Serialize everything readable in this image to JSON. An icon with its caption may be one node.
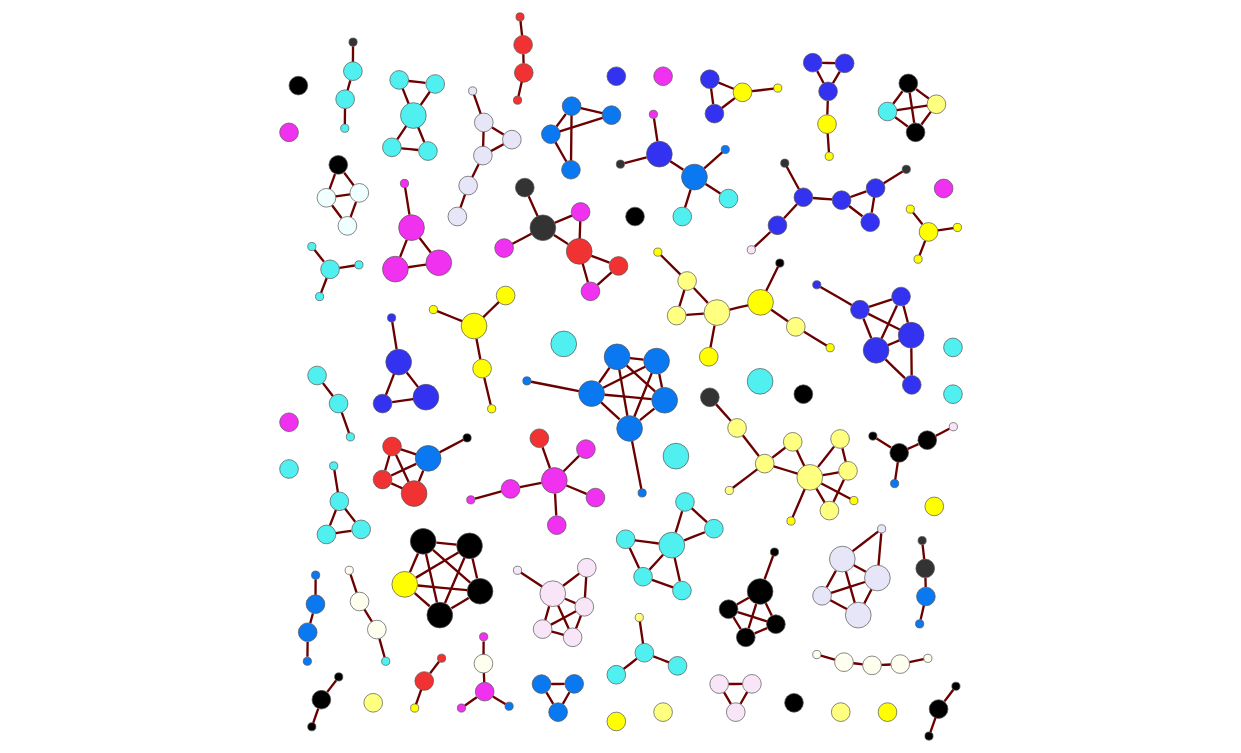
{
  "diagram": {
    "nodes": [
      {
        "text": [],
        "shape": "circle"
      },
      {
        "text": [],
        "shape": "circle"
      },
      {
        "text": [],
        "shape": "circle"
      },
      {
        "text": [],
        "shape": "circle"
      },
      {
        "text": [],
        "shape": "circle"
      },
      {
        "text": [],
        "shape": "circle"
      },
      {
        "text": [],
        "shape": "circle"
      },
      {
        "text": [],
        "shape": "circle"
      },
      {
        "text": [],
        "shape": "circle"
      },
      {
        "text": [],
        "shape": "circle"
      },
      {
        "text": [],
        "shape": "circle"
      },
      {
        "text": [],
        "shape": "circle"
      },
      {
        "text": [],
        "shape": "circle"
      },
      {
        "text": [],
        "shape": "circle"
      },
      {
        "text": [],
        "shape": "circle"
      },
      {
        "text": [],
        "shape": "circle"
      },
      {
        "text": [],
        "shape": "circle"
      },
      {
        "text": [],
        "shape": "circle"
      },
      {
        "text": [],
        "shape": "circle"
      },
      {
        "text": [],
        "shape": "circle"
      },
      {
        "text": [],
        "shape": "circle"
      },
      {
        "text": [],
        "shape": "circle"
      },
      {
        "text": [],
        "shape": "circle"
      },
      {
        "text": [],
        "shape": "circle"
      },
      {
        "text": [],
        "shape": "circle"
      },
      {
        "text": [],
        "shape": "circle"
      },
      {
        "text": [],
        "shape": "circle"
      },
      {
        "text": [],
        "shape": "circle"
      },
      {
        "text": [],
        "shape": "circle"
      },
      {
        "text": [],
        "shape": "circle"
      },
      {
        "text": [],
        "shape": "circle"
      },
      {
        "text": [],
        "shape": "circle"
      },
      {
        "text": [],
        "shape": "circle"
      },
      {
        "text": [],
        "shape": "circle"
      },
      {
        "text": [],
        "shape": "circle"
      },
      {
        "text": [],
        "shape": "circle"
      },
      {
        "text": [],
        "shape": "circle"
      },
      {
        "text": [],
        "shape": "circle"
      },
      {
        "text": [],
        "shape": "circle"
      },
      {
        "text": [],
        "shape": "circle"
      },
      {
        "text": [],
        "shape": "circle"
      },
      {
        "text": [],
        "shape": "circle"
      },
      {
        "text": [],
        "shape": "circle"
      },
      {
        "text": [],
        "shape": "circle"
      },
      {
        "text": [],
        "shape": "circle"
      },
      {
        "text": [],
        "shape": "circle"
      },
      {
        "text": [],
        "shape": "circle"
      },
      {
        "text": [],
        "shape": "circle"
      },
      {
        "text": [],
        "shape": "circle"
      },
      {
        "text": [],
        "shape": "circle"
      },
      {
        "text": [],
        "shape": "circle"
      },
      {
        "text": [],
        "shape": "circle"
      },
      {
        "text": [],
        "shape": "circle"
      },
      {
        "text": [],
        "shape": "circle"
      },
      {
        "text": [],
        "shape": "circle"
      },
      {
        "text": [],
        "shape": "circle"
      },
      {
        "text": [],
        "shape": "circle"
      },
      {
        "text": [],
        "shape": "circle"
      },
      {
        "text": [],
        "shape": "circle"
      },
      {
        "text": [],
        "shape": "circle"
      },
      {
        "text": [],
        "shape": "circle"
      },
      {
        "text": [],
        "shape": "circle"
      },
      {
        "text": [],
        "shape": "circle"
      },
      {
        "text": [],
        "shape": "circle"
      },
      {
        "text": [],
        "shape": "circle"
      },
      {
        "text": [],
        "shape": "circle"
      },
      {
        "text": [],
        "shape": "circle"
      },
      {
        "text": [],
        "shape": "circle"
      },
      {
        "text": [],
        "shape": "circle"
      },
      {
        "text": [],
        "shape": "circle"
      },
      {
        "text": [],
        "shape": "circle"
      },
      {
        "text": [],
        "shape": "circle"
      },
      {
        "text": [],
        "shape": "circle"
      },
      {
        "text": [],
        "shape": "circle"
      },
      {
        "text": [],
        "shape": "circle"
      },
      {
        "text": [],
        "shape": "circle"
      },
      {
        "text": [],
        "shape": "circle"
      },
      {
        "text": [],
        "shape": "circle"
      },
      {
        "text": [],
        "shape": "circle"
      },
      {
        "text": [],
        "shape": "circle"
      },
      {
        "text": [],
        "shape": "circle"
      },
      {
        "text": [],
        "shape": "circle"
      },
      {
        "text": [],
        "shape": "circle"
      },
      {
        "text": [],
        "shape": "circle"
      },
      {
        "text": [],
        "shape": "circle"
      },
      {
        "text": [],
        "shape": "circle"
      },
      {
        "text": [],
        "shape": "circle"
      },
      {
        "text": [],
        "shape": "circle"
      },
      {
        "text": [],
        "shape": "circle"
      },
      {
        "text": [],
        "shape": "circle"
      },
      {
        "text": [],
        "shape": "circle"
      },
      {
        "text": [],
        "shape": "circle"
      },
      {
        "text": [],
        "shape": "circle"
      },
      {
        "text": [],
        "shape": "circle"
      },
      {
        "text": [],
        "shape": "circle"
      },
      {
        "text": [],
        "shape": "circle"
      },
      {
        "text": [],
        "shape": "circle"
      },
      {
        "text": [],
        "shape": "circle"
      },
      {
        "text": [],
        "shape": "circle"
      },
      {
        "text": [],
        "shape": "circle"
      },
      {
        "text": [],
        "shape": "circle"
      },
      {
        "text": [],
        "shape": "circle"
      },
      {
        "text": [],
        "shape": "circle"
      },
      {
        "text": [],
        "shape": "circle"
      },
      {
        "text": [],
        "shape": "circle"
      },
      {
        "text": [],
        "shape": "circle"
      },
      {
        "text": [],
        "shape": "circle"
      },
      {
        "text": [],
        "shape": "circle"
      },
      {
        "text": [],
        "shape": "circle"
      },
      {
        "text": [],
        "shape": "circle"
      },
      {
        "text": [],
        "shape": "circle"
      },
      {
        "text": [],
        "shape": "circle"
      },
      {
        "text": [],
        "shape": "circle"
      },
      {
        "text": [],
        "shape": "circle"
      },
      {
        "text": [],
        "shape": "circle"
      },
      {
        "text": [],
        "shape": "circle"
      },
      {
        "text": [],
        "shape": "circle"
      },
      {
        "text": [],
        "shape": "circle"
      },
      {
        "text": [],
        "shape": "circle"
      },
      {
        "text": [],
        "shape": "circle"
      },
      {
        "text": [],
        "shape": "circle"
      },
      {
        "text": [],
        "shape": "circle"
      },
      {
        "text": [],
        "shape": "circle"
      },
      {
        "text": [],
        "shape": "circle"
      },
      {
        "text": [],
        "shape": "circle"
      },
      {
        "text": [],
        "shape": "circle"
      },
      {
        "text": [],
        "shape": "circle"
      },
      {
        "text": [],
        "shape": "circle"
      },
      {
        "text": [],
        "shape": "circle"
      },
      {
        "text": [],
        "shape": "circle"
      },
      {
        "text": [],
        "shape": "circle"
      },
      {
        "text": [],
        "shape": "circle"
      },
      {
        "text": [],
        "shape": "circle"
      },
      {
        "text": [],
        "shape": "circle"
      },
      {
        "text": [],
        "shape": "circle"
      },
      {
        "text": [],
        "shape": "circle"
      },
      {
        "text": [],
        "shape": "circle"
      },
      {
        "text": [],
        "shape": "circle"
      },
      {
        "text": [],
        "shape": "circle"
      },
      {
        "text": [],
        "shape": "circle"
      },
      {
        "text": [],
        "shape": "circle"
      },
      {
        "text": [],
        "shape": "circle"
      },
      {
        "text": [],
        "shape": "circle"
      },
      {
        "text": [],
        "shape": "circle"
      },
      {
        "text": [],
        "shape": "circle"
      },
      {
        "text": [],
        "shape": "circle"
      },
      {
        "text": [],
        "shape": "circle"
      },
      {
        "text": [],
        "shape": "circle"
      },
      {
        "text": [],
        "shape": "circle"
      },
      {
        "text": [],
        "shape": "circle"
      },
      {
        "text": [],
        "shape": "circle"
      },
      {
        "text": [],
        "shape": "circle"
      },
      {
        "text": [],
        "shape": "circle"
      },
      {
        "text": [],
        "shape": "circle"
      },
      {
        "text": [],
        "shape": "circle"
      },
      {
        "text": [],
        "shape": "circle"
      },
      {
        "text": [],
        "shape": "circle"
      },
      {
        "text": [],
        "shape": "circle"
      },
      {
        "text": [],
        "shape": "circle"
      },
      {
        "text": [],
        "shape": "circle"
      },
      {
        "text": [],
        "shape": "circle"
      },
      {
        "text": [],
        "shape": "circle"
      },
      {
        "text": [],
        "shape": "circle"
      },
      {
        "text": [],
        "shape": "circle"
      },
      {
        "text": [],
        "shape": "circle"
      },
      {
        "text": [],
        "shape": "circle"
      },
      {
        "text": [],
        "shape": "circle"
      },
      {
        "text": [],
        "shape": "circle"
      },
      {
        "text": [],
        "shape": "circle"
      },
      {
        "text": [],
        "shape": "circle"
      },
      {
        "text": [],
        "shape": "circle"
      },
      {
        "text": [],
        "shape": "circle"
      },
      {
        "text": [],
        "shape": "circle"
      },
      {
        "text": [],
        "shape": "circle"
      },
      {
        "text": [],
        "shape": "circle"
      },
      {
        "text": [],
        "shape": "circle"
      },
      {
        "text": [],
        "shape": "circle"
      },
      {
        "text": [],
        "shape": "circle"
      },
      {
        "text": [],
        "shape": "circle"
      },
      {
        "text": [],
        "shape": "circle"
      },
      {
        "text": [],
        "shape": "circle"
      },
      {
        "text": [],
        "shape": "circle"
      },
      {
        "text": [],
        "shape": "circle"
      },
      {
        "text": [],
        "shape": "circle"
      },
      {
        "text": [],
        "shape": "circle"
      },
      {
        "text": [],
        "shape": "circle"
      },
      {
        "text": [],
        "shape": "circle"
      },
      {
        "text": [],
        "shape": "circle"
      },
      {
        "text": [],
        "shape": "circle"
      },
      {
        "text": [],
        "shape": "circle"
      },
      {
        "text": [],
        "shape": "circle"
      },
      {
        "text": [],
        "shape": "circle"
      },
      {
        "text": [],
        "shape": "circle"
      },
      {
        "text": [],
        "shape": "circle"
      },
      {
        "text": [],
        "shape": "circle"
      },
      {
        "text": [],
        "shape": "circle"
      },
      {
        "text": [],
        "shape": "circle"
      },
      {
        "text": [],
        "shape": "circle"
      },
      {
        "text": [],
        "shape": "circle"
      },
      {
        "text": [],
        "shape": "circle"
      },
      {
        "text": [],
        "shape": "circle"
      },
      {
        "text": [],
        "shape": "circle"
      },
      {
        "text": [],
        "shape": "circle"
      },
      {
        "text": [],
        "shape": "circle"
      },
      {
        "text": [],
        "shape": "circle"
      },
      {
        "text": [],
        "shape": "circle"
      },
      {
        "text": [],
        "shape": "circle"
      },
      {
        "text": [],
        "shape": "circle"
      },
      {
        "text": [],
        "shape": "circle"
      },
      {
        "text": [],
        "shape": "circle"
      },
      {
        "text": [],
        "shape": "circle"
      },
      {
        "text": [],
        "shape": "circle"
      },
      {
        "text": [],
        "shape": "circle"
      },
      {
        "text": [],
        "shape": "circle"
      },
      {
        "text": [],
        "shape": "circle"
      },
      {
        "text": [],
        "shape": "circle"
      },
      {
        "text": [],
        "shape": "circle"
      },
      {
        "text": [],
        "shape": "circle"
      },
      {
        "text": [],
        "shape": "circle"
      },
      {
        "text": [],
        "shape": "circle"
      },
      {
        "text": [],
        "shape": "circle"
      },
      {
        "text": [],
        "shape": "circle"
      },
      {
        "text": [],
        "shape": "circle"
      },
      {
        "text": [],
        "shape": "circle"
      },
      {
        "text": [],
        "shape": "circle"
      },
      {
        "text": [],
        "shape": "circle"
      },
      {
        "text": [],
        "shape": "circle"
      },
      {
        "text": [],
        "shape": "circle"
      },
      {
        "text": [],
        "shape": "circle"
      }
    ],
    "edges": [
      {
        "from": 0,
        "to": 1,
        "arrow": "none"
      },
      {
        "from": 1,
        "to": 2,
        "arrow": "none"
      },
      {
        "from": 2,
        "to": 3,
        "arrow": "none"
      },
      {
        "from": 4,
        "to": 6,
        "arrow": "none"
      },
      {
        "from": 5,
        "to": 6,
        "arrow": "none"
      },
      {
        "from": 4,
        "to": 5,
        "arrow": "none"
      },
      {
        "from": 7,
        "to": 11,
        "arrow": "none"
      },
      {
        "from": 7,
        "to": 8,
        "arrow": "none"
      },
      {
        "from": 8,
        "to": 9,
        "arrow": "none"
      },
      {
        "from": 9,
        "to": 10,
        "arrow": "none"
      },
      {
        "from": 8,
        "to": 10,
        "arrow": "none"
      },
      {
        "from": 10,
        "to": 12,
        "arrow": "none"
      },
      {
        "from": 13,
        "to": 14,
        "arrow": "none"
      },
      {
        "from": 13,
        "to": 15,
        "arrow": "none"
      },
      {
        "from": 14,
        "to": 15,
        "arrow": "none"
      },
      {
        "from": 15,
        "to": 16,
        "arrow": "none"
      },
      {
        "from": 16,
        "to": 17,
        "arrow": "none"
      },
      {
        "from": 15,
        "to": 17,
        "arrow": "none"
      },
      {
        "from": 30,
        "to": 31,
        "arrow": "none"
      },
      {
        "from": 30,
        "to": 32,
        "arrow": "none"
      },
      {
        "from": 33,
        "to": 34,
        "arrow": "none"
      },
      {
        "from": 33,
        "to": 35,
        "arrow": "none"
      },
      {
        "from": 33,
        "to": 36,
        "arrow": "none"
      },
      {
        "from": 37,
        "to": 38,
        "arrow": "none"
      },
      {
        "from": 37,
        "to": 39,
        "arrow": "none"
      },
      {
        "from": 37,
        "to": 40,
        "arrow": "none"
      },
      {
        "from": 39,
        "to": 41,
        "arrow": "none"
      },
      {
        "from": 42,
        "to": 43,
        "arrow": "none"
      },
      {
        "from": 42,
        "to": 44,
        "arrow": "none"
      },
      {
        "from": 42,
        "to": 45,
        "arrow": "none"
      },
      {
        "from": 43,
        "to": 44,
        "arrow": "none"
      },
      {
        "from": 43,
        "to": 45,
        "arrow": "none"
      },
      {
        "from": 44,
        "to": 45,
        "arrow": "none"
      },
      {
        "from": 46,
        "to": 47,
        "arrow": "none"
      },
      {
        "from": 46,
        "to": 48,
        "arrow": "none"
      },
      {
        "from": 46,
        "to": 49,
        "arrow": "none"
      },
      {
        "from": 47,
        "to": 49,
        "arrow": "none"
      },
      {
        "from": 47,
        "to": 48,
        "arrow": "none"
      },
      {
        "from": 49,
        "to": 48,
        "arrow": "none"
      },
      {
        "from": 49,
        "to": 50,
        "arrow": "none"
      },
      {
        "from": 48,
        "to": 50,
        "arrow": "none"
      },
      {
        "from": 51,
        "to": 52,
        "arrow": "none"
      },
      {
        "from": 51,
        "to": 53,
        "arrow": "none"
      },
      {
        "from": 52,
        "to": 53,
        "arrow": "none"
      },
      {
        "from": 53,
        "to": 54,
        "arrow": "none"
      },
      {
        "from": 53,
        "to": 55,
        "arrow": "none"
      },
      {
        "from": 54,
        "to": 55,
        "arrow": "none"
      },
      {
        "from": 55,
        "to": 56,
        "arrow": "none"
      },
      {
        "from": 55,
        "to": 57,
        "arrow": "none"
      },
      {
        "from": 58,
        "to": 59,
        "arrow": "none"
      },
      {
        "from": 58,
        "to": 60,
        "arrow": "none"
      },
      {
        "from": 58,
        "to": 61,
        "arrow": "none"
      },
      {
        "from": 61,
        "to": 60,
        "arrow": "none"
      },
      {
        "from": 65,
        "to": 67,
        "arrow": "none"
      },
      {
        "from": 66,
        "to": 67,
        "arrow": "none"
      },
      {
        "from": 67,
        "to": 68,
        "arrow": "none"
      },
      {
        "from": 69,
        "to": 70,
        "arrow": "none"
      },
      {
        "from": 70,
        "to": 71,
        "arrow": "none"
      },
      {
        "from": 69,
        "to": 72,
        "arrow": "none"
      },
      {
        "from": 73,
        "to": 75,
        "arrow": "none"
      },
      {
        "from": 74,
        "to": 75,
        "arrow": "none"
      },
      {
        "from": 73,
        "to": 76,
        "arrow": "none"
      },
      {
        "from": 74,
        "to": 77,
        "arrow": "none"
      },
      {
        "from": 79,
        "to": 78,
        "arrow": "none"
      },
      {
        "from": 79,
        "to": 80,
        "arrow": "none"
      },
      {
        "from": 79,
        "to": 81,
        "arrow": "none"
      },
      {
        "from": 80,
        "to": 78,
        "arrow": "none"
      },
      {
        "from": 81,
        "to": 78,
        "arrow": "none"
      },
      {
        "from": 79,
        "to": 82,
        "arrow": "none"
      },
      {
        "from": 80,
        "to": 81,
        "arrow": "none"
      },
      {
        "from": 83,
        "to": 84,
        "arrow": "none"
      },
      {
        "from": 84,
        "to": 85,
        "arrow": "none"
      },
      {
        "from": 83,
        "to": 85,
        "arrow": "none"
      },
      {
        "from": 85,
        "to": 86,
        "arrow": "none"
      },
      {
        "from": 87,
        "to": 88,
        "arrow": "none"
      },
      {
        "from": 87,
        "to": 89,
        "arrow": "none"
      },
      {
        "from": 87,
        "to": 90,
        "arrow": "none"
      },
      {
        "from": 88,
        "to": 89,
        "arrow": "none"
      },
      {
        "from": 88,
        "to": 91,
        "arrow": "none"
      },
      {
        "from": 88,
        "to": 93,
        "arrow": "none"
      },
      {
        "from": 91,
        "to": 92,
        "arrow": "none"
      },
      {
        "from": 91,
        "to": 94,
        "arrow": "none"
      },
      {
        "from": 94,
        "to": 95,
        "arrow": "none"
      },
      {
        "from": 96,
        "to": 97,
        "arrow": "none"
      },
      {
        "from": 96,
        "to": 98,
        "arrow": "none"
      },
      {
        "from": 96,
        "to": 99,
        "arrow": "none"
      },
      {
        "from": 97,
        "to": 99,
        "arrow": "none"
      },
      {
        "from": 98,
        "to": 97,
        "arrow": "none"
      },
      {
        "from": 100,
        "to": 101,
        "arrow": "none"
      },
      {
        "from": 100,
        "to": 102,
        "arrow": "none"
      },
      {
        "from": 100,
        "to": 103,
        "arrow": "none"
      },
      {
        "from": 100,
        "to": 104,
        "arrow": "none"
      },
      {
        "from": 100,
        "to": 105,
        "arrow": "none"
      },
      {
        "from": 101,
        "to": 105,
        "arrow": "none"
      },
      {
        "from": 102,
        "to": 103,
        "arrow": "none"
      },
      {
        "from": 102,
        "to": 104,
        "arrow": "none"
      },
      {
        "from": 106,
        "to": 108,
        "arrow": "none"
      },
      {
        "from": 106,
        "to": 107,
        "arrow": "none"
      },
      {
        "from": 106,
        "to": 109,
        "arrow": "none"
      },
      {
        "from": 107,
        "to": 108,
        "arrow": "none"
      },
      {
        "from": 107,
        "to": 109,
        "arrow": "none"
      },
      {
        "from": 108,
        "to": 109,
        "arrow": "none"
      },
      {
        "from": 109,
        "to": 110,
        "arrow": "none"
      },
      {
        "from": 111,
        "to": 112,
        "arrow": "none"
      },
      {
        "from": 111,
        "to": 113,
        "arrow": "none"
      },
      {
        "from": 111,
        "to": 114,
        "arrow": "none"
      },
      {
        "from": 112,
        "to": 114,
        "arrow": "none"
      },
      {
        "from": 113,
        "to": 114,
        "arrow": "none"
      },
      {
        "from": 115,
        "to": 116,
        "arrow": "none"
      },
      {
        "from": 115,
        "to": 117,
        "arrow": "none"
      },
      {
        "from": 117,
        "to": 118,
        "arrow": "none"
      },
      {
        "from": 117,
        "to": 119,
        "arrow": "none"
      },
      {
        "from": 119,
        "to": 118,
        "arrow": "none"
      },
      {
        "from": 120,
        "to": 121,
        "arrow": "none"
      },
      {
        "from": 120,
        "to": 122,
        "arrow": "none"
      },
      {
        "from": 120,
        "to": 123,
        "arrow": "none"
      },
      {
        "from": 120,
        "to": 124,
        "arrow": "none"
      },
      {
        "from": 121,
        "to": 122,
        "arrow": "none"
      },
      {
        "from": 121,
        "to": 123,
        "arrow": "none"
      },
      {
        "from": 121,
        "to": 124,
        "arrow": "none"
      },
      {
        "from": 122,
        "to": 123,
        "arrow": "none"
      },
      {
        "from": 122,
        "to": 124,
        "arrow": "none"
      },
      {
        "from": 123,
        "to": 124,
        "arrow": "none"
      },
      {
        "from": 122,
        "to": 125,
        "arrow": "none"
      },
      {
        "from": 124,
        "to": 126,
        "arrow": "none"
      },
      {
        "from": 127,
        "to": 128,
        "arrow": "none"
      },
      {
        "from": 127,
        "to": 129,
        "arrow": "none"
      },
      {
        "from": 127,
        "to": 130,
        "arrow": "none"
      },
      {
        "from": 130,
        "to": 131,
        "arrow": "none"
      },
      {
        "from": 132,
        "to": 133,
        "arrow": "none"
      },
      {
        "from": 133,
        "to": 134,
        "arrow": "none"
      },
      {
        "from": 135,
        "to": 136,
        "arrow": "none"
      },
      {
        "from": 135,
        "to": 137,
        "arrow": "none"
      },
      {
        "from": 135,
        "to": 138,
        "arrow": "none"
      },
      {
        "from": 139,
        "to": 140,
        "arrow": "none"
      },
      {
        "from": 139,
        "to": 141,
        "arrow": "none"
      },
      {
        "from": 139,
        "to": 147,
        "arrow": "none"
      },
      {
        "from": 139,
        "to": 143,
        "arrow": "none"
      },
      {
        "from": 141,
        "to": 142,
        "arrow": "none"
      },
      {
        "from": 143,
        "to": 140,
        "arrow": "none"
      },
      {
        "from": 143,
        "to": 144,
        "arrow": "none"
      },
      {
        "from": 143,
        "to": 145,
        "arrow": "none"
      },
      {
        "from": 143,
        "to": 146,
        "arrow": "none"
      },
      {
        "from": 144,
        "to": 145,
        "arrow": "none"
      },
      {
        "from": 144,
        "to": 146,
        "arrow": "none"
      },
      {
        "from": 143,
        "to": 148,
        "arrow": "none"
      },
      {
        "from": 143,
        "to": 149,
        "arrow": "none"
      },
      {
        "from": 150,
        "to": 151,
        "arrow": "none"
      },
      {
        "from": 150,
        "to": 152,
        "arrow": "none"
      },
      {
        "from": 150,
        "to": 153,
        "arrow": "none"
      },
      {
        "from": 151,
        "to": 153,
        "arrow": "none"
      },
      {
        "from": 151,
        "to": 152,
        "arrow": "none"
      },
      {
        "from": 151,
        "to": 154,
        "arrow": "none"
      },
      {
        "from": 152,
        "to": 153,
        "arrow": "none"
      },
      {
        "from": 152,
        "to": 154,
        "arrow": "none"
      },
      {
        "from": 152,
        "to": 155,
        "arrow": "none"
      },
      {
        "from": 159,
        "to": 160,
        "arrow": "none"
      },
      {
        "from": 159,
        "to": 161,
        "arrow": "none"
      },
      {
        "from": 162,
        "to": 163,
        "arrow": "none"
      },
      {
        "from": 162,
        "to": 165,
        "arrow": "none"
      },
      {
        "from": 162,
        "to": 166,
        "arrow": "none"
      },
      {
        "from": 163,
        "to": 164,
        "arrow": "none"
      },
      {
        "from": 163,
        "to": 165,
        "arrow": "none"
      },
      {
        "from": 163,
        "to": 166,
        "arrow": "none"
      },
      {
        "from": 164,
        "to": 166,
        "arrow": "none"
      },
      {
        "from": 165,
        "to": 166,
        "arrow": "none"
      },
      {
        "from": 162,
        "to": 167,
        "arrow": "none"
      },
      {
        "from": 168,
        "to": 169,
        "arrow": "none"
      },
      {
        "from": 168,
        "to": 170,
        "arrow": "none"
      },
      {
        "from": 168,
        "to": 171,
        "arrow": "none"
      },
      {
        "from": 168,
        "to": 172,
        "arrow": "none"
      },
      {
        "from": 169,
        "to": 170,
        "arrow": "none"
      },
      {
        "from": 169,
        "to": 171,
        "arrow": "none"
      },
      {
        "from": 169,
        "to": 172,
        "arrow": "none"
      },
      {
        "from": 170,
        "to": 171,
        "arrow": "none"
      },
      {
        "from": 170,
        "to": 172,
        "arrow": "none"
      },
      {
        "from": 171,
        "to": 172,
        "arrow": "none"
      },
      {
        "from": 173,
        "to": 174,
        "arrow": "none"
      },
      {
        "from": 174,
        "to": 175,
        "arrow": "none"
      },
      {
        "from": 175,
        "to": 176,
        "arrow": "none"
      },
      {
        "from": 176,
        "to": 177,
        "arrow": "none"
      },
      {
        "from": 175,
        "to": 177,
        "arrow": "none"
      },
      {
        "from": 174,
        "to": 178,
        "arrow": "none"
      },
      {
        "from": 173,
        "to": 179,
        "arrow": "none"
      },
      {
        "from": 176,
        "to": 180,
        "arrow": "none"
      },
      {
        "from": 181,
        "to": 182,
        "arrow": "none"
      },
      {
        "from": 181,
        "to": 183,
        "arrow": "none"
      },
      {
        "from": 182,
        "to": 184,
        "arrow": "none"
      },
      {
        "from": 185,
        "to": 186,
        "arrow": "none"
      },
      {
        "from": 185,
        "to": 187,
        "arrow": "none"
      },
      {
        "from": 185,
        "to": 188,
        "arrow": "none"
      },
      {
        "from": 186,
        "to": 189,
        "arrow": "none"
      },
      {
        "from": 190,
        "to": 191,
        "arrow": "none"
      },
      {
        "from": 190,
        "to": 192,
        "arrow": "none"
      },
      {
        "from": 191,
        "to": 192,
        "arrow": "none"
      },
      {
        "from": 192,
        "to": 193,
        "arrow": "none"
      },
      {
        "from": 194,
        "to": 195,
        "arrow": "none"
      },
      {
        "from": 194,
        "to": 196,
        "arrow": "none"
      },
      {
        "from": 194,
        "to": 197,
        "arrow": "none"
      },
      {
        "from": 194,
        "to": 198,
        "arrow": "none"
      },
      {
        "from": 194,
        "to": 199,
        "arrow": "none"
      },
      {
        "from": 199,
        "to": 200,
        "arrow": "none"
      },
      {
        "from": 201,
        "to": 202,
        "arrow": "none"
      },
      {
        "from": 201,
        "to": 203,
        "arrow": "none"
      },
      {
        "from": 202,
        "to": 203,
        "arrow": "none"
      },
      {
        "from": 203,
        "to": 204,
        "arrow": "none"
      },
      {
        "from": 207,
        "to": 205,
        "arrow": "none"
      },
      {
        "from": 205,
        "to": 206,
        "arrow": "none"
      },
      {
        "from": 206,
        "to": 208,
        "arrow": "none"
      },
      {
        "from": 209,
        "to": 210,
        "arrow": "none"
      },
      {
        "from": 210,
        "to": 211,
        "arrow": "none"
      },
      {
        "from": 211,
        "to": 212,
        "arrow": "none"
      },
      {
        "from": 216,
        "to": 217,
        "arrow": "none"
      },
      {
        "from": 216,
        "to": 218,
        "arrow": "none"
      },
      {
        "from": 216,
        "to": 219,
        "arrow": "none"
      },
      {
        "from": 219,
        "to": 221,
        "arrow": "none"
      },
      {
        "from": 219,
        "to": 222,
        "arrow": "none"
      },
      {
        "from": 216,
        "to": 220,
        "arrow": "none"
      },
      {
        "from": 223,
        "to": 224,
        "arrow": "none"
      },
      {
        "from": 223,
        "to": 225,
        "arrow": "none"
      },
      {
        "from": 225,
        "to": 224,
        "arrow": "none"
      },
      {
        "from": 226,
        "to": 227,
        "arrow": "none"
      },
      {
        "from": 226,
        "to": 228,
        "arrow": "none"
      }
    ]
  }
}
